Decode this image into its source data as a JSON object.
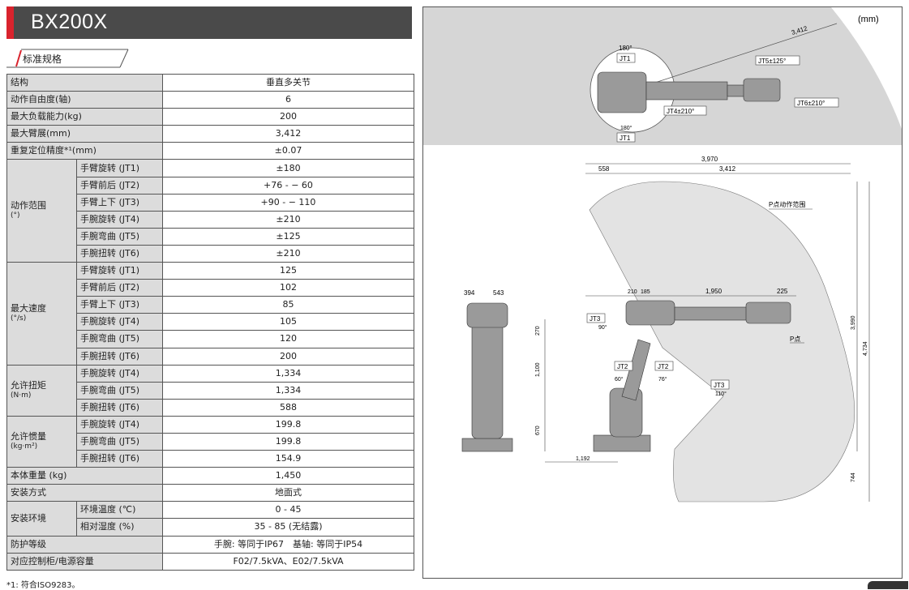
{
  "header": {
    "title": "BX200X"
  },
  "section": {
    "label": "标准规格"
  },
  "spec": {
    "structure": {
      "label": "结构",
      "value": "垂直多关节"
    },
    "dof": {
      "label": "动作自由度(轴)",
      "value": "6"
    },
    "payload": {
      "label": "最大负载能力(kg)",
      "value": "200"
    },
    "reach": {
      "label": "最大臂展(mm)",
      "value": "3,412"
    },
    "repeat": {
      "label": "重复定位精度*¹(mm)",
      "value": "±0.07"
    },
    "range": {
      "label": "动作范围",
      "unit": "(°)",
      "rows": [
        {
          "label": "手臂旋转 (JT1)",
          "value": "±180"
        },
        {
          "label": "手臂前后 (JT2)",
          "value": "+76 - − 60"
        },
        {
          "label": "手臂上下 (JT3)",
          "value": "+90 - − 110"
        },
        {
          "label": "手腕旋转 (JT4)",
          "value": "±210"
        },
        {
          "label": "手腕弯曲 (JT5)",
          "value": "±125"
        },
        {
          "label": "手腕扭转 (JT6)",
          "value": "±210"
        }
      ]
    },
    "speed": {
      "label": "最大速度",
      "unit": "(°/s)",
      "rows": [
        {
          "label": "手臂旋转 (JT1)",
          "value": "125"
        },
        {
          "label": "手臂前后 (JT2)",
          "value": "102"
        },
        {
          "label": "手臂上下 (JT3)",
          "value": "85"
        },
        {
          "label": "手腕旋转 (JT4)",
          "value": "105"
        },
        {
          "label": "手腕弯曲 (JT5)",
          "value": "120"
        },
        {
          "label": "手腕扭转 (JT6)",
          "value": "200"
        }
      ]
    },
    "torque": {
      "label": "允许扭矩",
      "unit": "(N·m)",
      "rows": [
        {
          "label": "手腕旋转 (JT4)",
          "value": "1,334"
        },
        {
          "label": "手腕弯曲 (JT5)",
          "value": "1,334"
        },
        {
          "label": "手腕扭转 (JT6)",
          "value": "588"
        }
      ]
    },
    "inertia": {
      "label": "允许惯量",
      "unit": "(kg·m²)",
      "rows": [
        {
          "label": "手腕旋转 (JT4)",
          "value": "199.8"
        },
        {
          "label": "手腕弯曲 (JT5)",
          "value": "199.8"
        },
        {
          "label": "手腕扭转 (JT6)",
          "value": "154.9"
        }
      ]
    },
    "mass": {
      "label": "本体重量 (kg)",
      "value": "1,450"
    },
    "mount": {
      "label": "安装方式",
      "value": "地面式"
    },
    "env": {
      "label": "安装环境",
      "rows": [
        {
          "label": "环境温度 (℃)",
          "value": "0 - 45"
        },
        {
          "label": "相对湿度 (%)",
          "value": "35 - 85 (无结露)"
        }
      ]
    },
    "protection": {
      "label": "防护等级",
      "value": "手腕: 等同于IP67　基轴: 等同于IP54"
    },
    "controller": {
      "label": "对应控制柜/电源容量",
      "value": "F02/7.5kVA、E02/7.5kVA"
    }
  },
  "footnote": "*1: 符合ISO9283。",
  "drawing": {
    "unit": "(mm)",
    "top_view": {
      "reach": "3,412",
      "jt1_angle": "180°",
      "jt1_label": "JT1",
      "jt1_bottom_angle": "180°",
      "jt1_bottom_label": "JT1",
      "jt4": "JT4±210°",
      "jt5": "JT5±125°",
      "jt6": "JT6±210°"
    },
    "side_view": {
      "dim_total": "3,970",
      "dim_back": "558",
      "dim_reach": "3,412",
      "p_range": "P点动作范围",
      "p_point": "P点",
      "dim_394": "394",
      "dim_543": "543",
      "dim_210": "210",
      "dim_185": "185",
      "dim_1950": "1,950",
      "dim_225": "225",
      "dim_270": "270",
      "dim_1100": "1,100",
      "dim_670": "670",
      "dim_1192": "1,192",
      "dim_3990": "3,990",
      "dim_4734": "4,734",
      "dim_744": "744",
      "jt3_up": "JT3",
      "jt3_up_angle": "90°",
      "jt2_left": "JT2",
      "jt2_left_angle": "60°",
      "jt2_right": "JT2",
      "jt2_right_angle": "76°",
      "jt3_down": "JT3",
      "jt3_down_angle": "110°"
    }
  },
  "colors": {
    "accent": "#d9232d",
    "header_bg": "#4a4a4a",
    "range_fill": "#e3e3e3",
    "label_bg": "#dcdcdc"
  }
}
